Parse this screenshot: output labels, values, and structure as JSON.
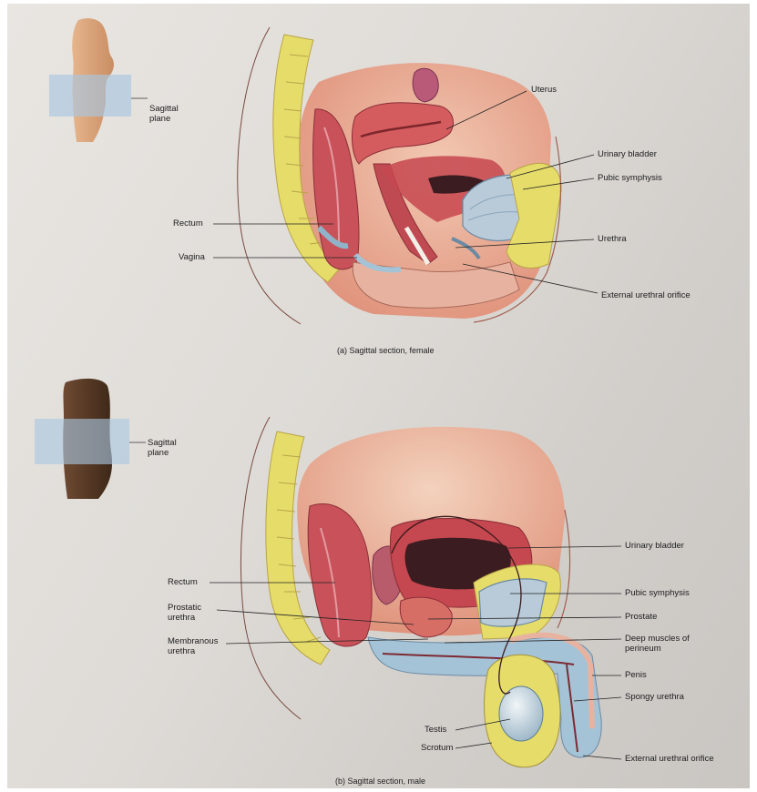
{
  "female_figure": {
    "caption": "(a) Sagittal section, female",
    "plane_label": "Sagittal plane",
    "labels": {
      "uterus": "Uterus",
      "urinary_bladder": "Urinary bladder",
      "pubic_symphysis": "Pubic symphysis",
      "rectum": "Rectum",
      "vagina": "Vagina",
      "urethra": "Urethra",
      "external_urethral_orifice": "External urethral orifice"
    }
  },
  "male_figure": {
    "caption": "(b) Sagittal section, male",
    "plane_label": "Sagittal plane",
    "labels": {
      "urinary_bladder": "Urinary bladder",
      "rectum": "Rectum",
      "pubic_symphysis": "Pubic symphysis",
      "prostatic_urethra": "Prostatic urethra",
      "prostate": "Prostate",
      "membranous_urethra": "Membranous urethra",
      "deep_muscles_of_perineum": "Deep muscles of perineum",
      "penis": "Penis",
      "spongy_urethra": "Spongy urethra",
      "testis": "Testis",
      "scrotum": "Scrotum",
      "external_urethral_orifice": "External urethral orifice"
    }
  },
  "colors": {
    "muscle": "#c9525a",
    "bone": "#e8e070",
    "bladder": "#b9cbd9",
    "skin": "#e7b3a0"
  }
}
